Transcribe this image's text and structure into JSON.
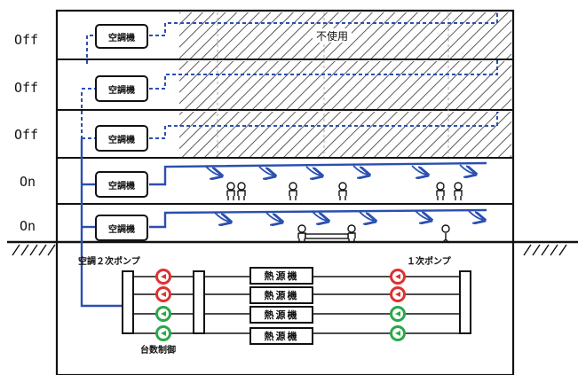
{
  "floors": [
    {
      "status": "Off",
      "unit": "空調機"
    },
    {
      "status": "Off",
      "unit": "空調機"
    },
    {
      "status": "Off",
      "unit": "空調機"
    },
    {
      "status": "On",
      "unit": "空調機"
    },
    {
      "status": "On",
      "unit": "空調機"
    }
  ],
  "unused_label": "不使用",
  "secondary_pump_label": "空調２次ポンプ",
  "primary_pump_label": "１次ポンプ",
  "control_label": "台数制御",
  "heat_sources": [
    "熱源機",
    "熱源機",
    "熱源機",
    "熱源機"
  ],
  "pumps_secondary_state": [
    "stop",
    "stop",
    "run",
    "run"
  ],
  "pumps_primary_state": [
    "stop",
    "stop",
    "run",
    "run"
  ],
  "colors": {
    "duct": "#2a4fb0",
    "stop": "#e03030",
    "run": "#2aa84a",
    "line": "#111111"
  }
}
